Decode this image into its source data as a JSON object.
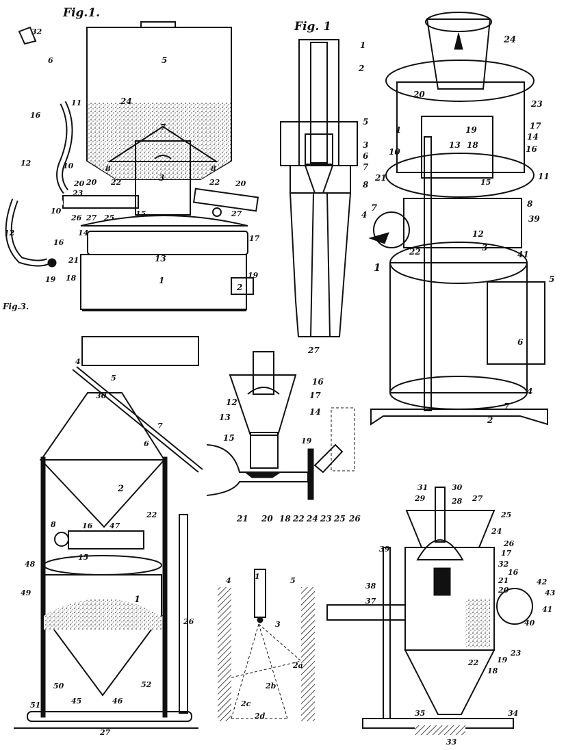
{
  "sheet": {
    "title": "Patent drawing collage – gas generators and burners"
  },
  "panels": {
    "generator": {
      "fig_label": "Fig.1.",
      "sub_label": "Fig.3.",
      "labels": [
        "32",
        "6",
        "16",
        "11",
        "12",
        "10",
        "12",
        "5",
        "24",
        "7",
        "3",
        "8",
        "20",
        "22",
        "23",
        "20",
        "8",
        "22",
        "20",
        "10",
        "26",
        "27",
        "25",
        "15",
        "27",
        "14",
        "16",
        "17",
        "13",
        "21",
        "19",
        "18",
        "19",
        "1",
        "2"
      ]
    },
    "nozzle": {
      "fig_label": "Fig. 1",
      "labels": [
        "1",
        "2",
        "5",
        "3",
        "6",
        "7",
        "8",
        "4"
      ]
    },
    "stove": {
      "labels": [
        "24",
        "23",
        "20",
        "1",
        "19",
        "17",
        "14",
        "10",
        "13",
        "18",
        "16",
        "21",
        "11",
        "7",
        "15",
        "8",
        "39",
        "12",
        "3",
        "41",
        "22",
        "1",
        "5",
        "6",
        "4",
        "7",
        "2"
      ]
    },
    "hopper": {
      "labels": [
        "4",
        "5",
        "30",
        "7",
        "6",
        "2",
        "22",
        "8",
        "16",
        "47",
        "15",
        "48",
        "49",
        "1",
        "26",
        "50",
        "51",
        "45",
        "46",
        "52",
        "27"
      ]
    },
    "mixer": {
      "labels": [
        "27",
        "16",
        "12",
        "17",
        "13",
        "14",
        "15",
        "19",
        "21",
        "20",
        "18",
        "22",
        "24",
        "23",
        "25",
        "26"
      ]
    },
    "spray": {
      "labels": [
        "4",
        "5",
        "1",
        "3",
        "2a",
        "2b",
        "2c",
        "2d"
      ]
    },
    "retort": {
      "labels": [
        "31",
        "30",
        "29",
        "28",
        "27",
        "25",
        "24",
        "26",
        "39",
        "17",
        "32",
        "16",
        "21",
        "20",
        "42",
        "43",
        "41",
        "38",
        "37",
        "40",
        "22",
        "19",
        "23",
        "18",
        "35",
        "33",
        "34"
      ]
    }
  }
}
